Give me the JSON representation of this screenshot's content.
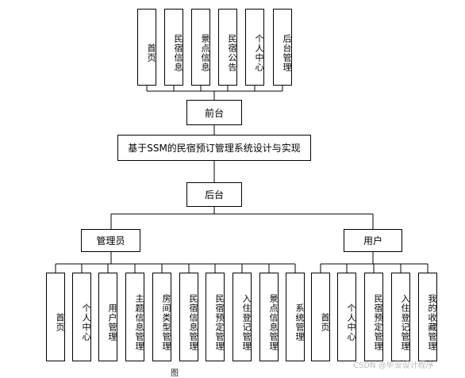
{
  "title": "基于SSM的民宿预订管理系统设计与实现",
  "frontend": {
    "label": "前台",
    "modules": [
      "首页",
      "民宿信息",
      "景点信息",
      "民宿公告",
      "个人中心",
      "后台管理"
    ]
  },
  "backend": {
    "label": "后台",
    "admin": {
      "label": "管理员",
      "modules": [
        "首页",
        "个人中心",
        "用户管理",
        "主题信息管理",
        "房间类型管理",
        "民宿信息管理",
        "民宿预定管理",
        "入住登记管理",
        "景点信息管理",
        "系统管理"
      ]
    },
    "user": {
      "label": "用户",
      "modules": [
        "首页",
        "个人中心",
        "民宿预定管理",
        "入住登记管理",
        "我的收藏管理"
      ]
    }
  },
  "caption": "图",
  "watermark": "CSDN @毕业设计程序"
}
